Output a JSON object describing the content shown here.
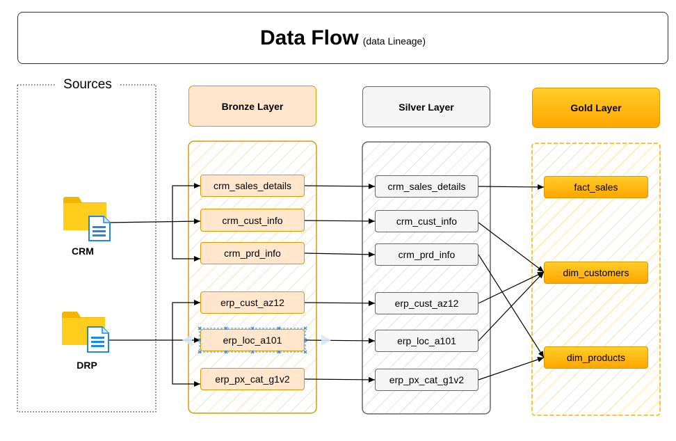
{
  "title": {
    "main": "Data Flow",
    "sub": "(data Lineage)"
  },
  "sources": {
    "label": "Sources",
    "items": [
      {
        "label": "CRM"
      },
      {
        "label": "DRP"
      }
    ]
  },
  "layers": {
    "bronze": {
      "label": "Bronze Layer",
      "nodes": [
        "crm_sales_details",
        "crm_cust_info",
        "crm_prd_info",
        "erp_cust_az12",
        "erp_loc_a101",
        "erp_px_cat_g1v2"
      ]
    },
    "silver": {
      "label": "Silver Layer",
      "nodes": [
        "crm_sales_details",
        "crm_cust_info",
        "crm_prd_info",
        "erp_cust_az12",
        "erp_loc_a101",
        "erp_px_cat_g1v2"
      ]
    },
    "gold": {
      "label": "Gold Layer",
      "nodes": [
        "fact_sales",
        "dim_customers",
        "dim_products"
      ]
    }
  },
  "colors": {
    "bronze_fill": "#ffe6cc",
    "bronze_stroke": "#d79b00",
    "silver_fill": "#f5f5f5",
    "silver_stroke": "#666666",
    "gold_fill": "#ffc000",
    "gold_stroke": "#d79b00",
    "selection": "#3a8fd9"
  },
  "icons": {
    "source": "folder-document-icon"
  }
}
